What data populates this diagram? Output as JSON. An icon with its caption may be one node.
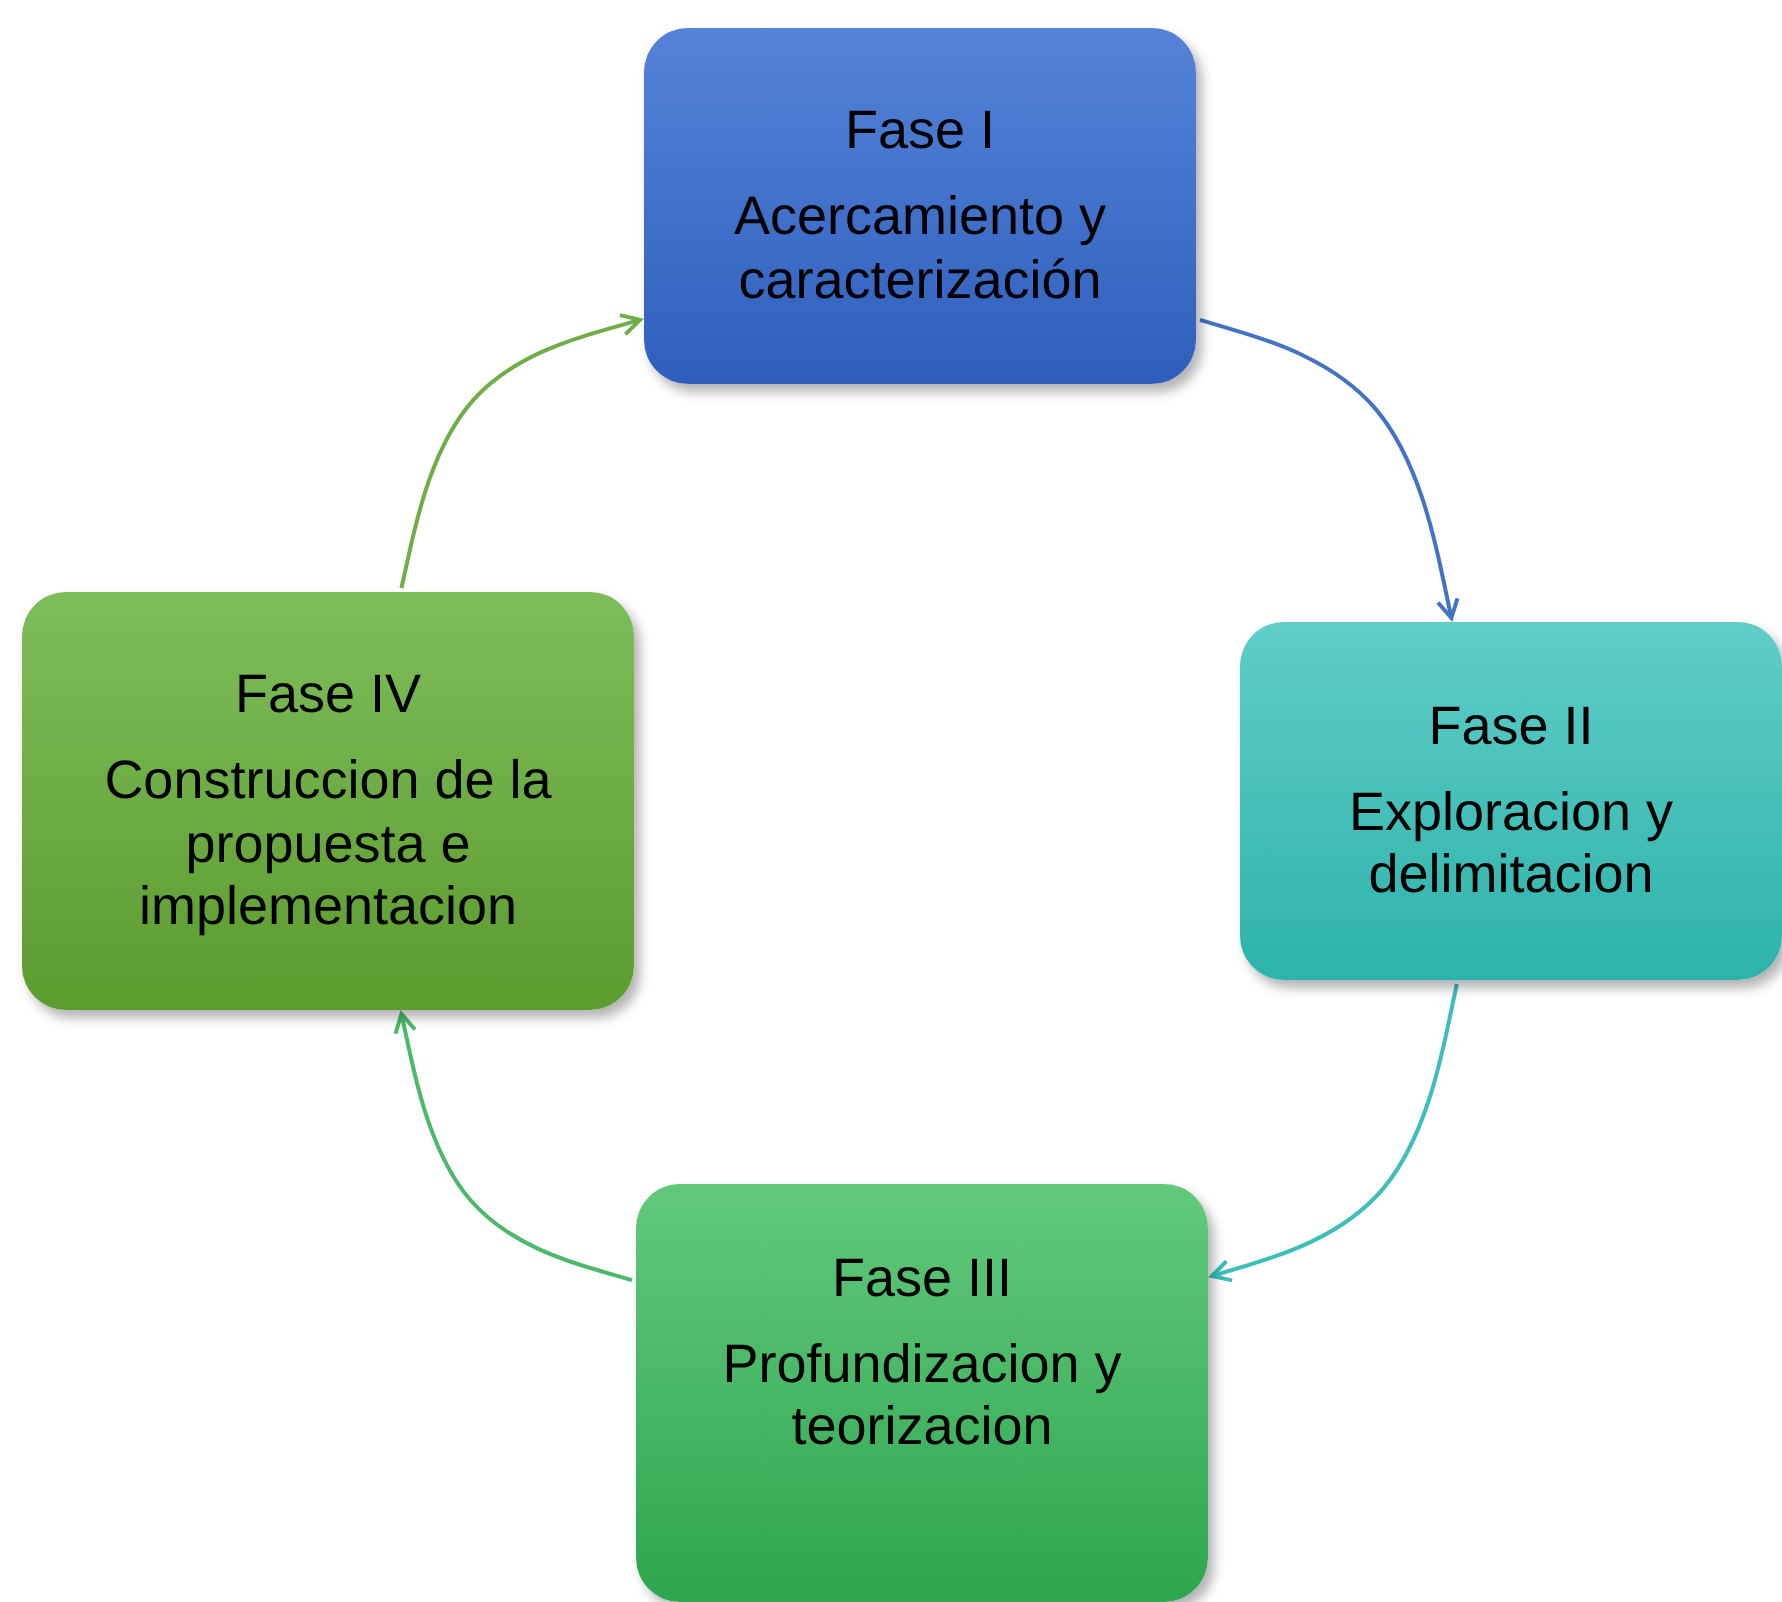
{
  "diagram": {
    "nodes": [
      {
        "text": [
          "Fase I",
          "Acercamiento y caracterización"
        ]
      },
      {
        "text": [
          "Fase II",
          "Exploracion y delimitacion"
        ]
      },
      {
        "text": [
          "Fase III",
          "Profundizacion y teorizacion"
        ]
      },
      {
        "text": [
          "Fase IV",
          "Construccion de la propuesta e implementacion"
        ]
      }
    ],
    "edges": [
      {
        "from": 0,
        "to": 1,
        "arrow": "to",
        "color": "#4472c4"
      },
      {
        "from": 1,
        "to": 2,
        "arrow": "to",
        "color": "#3cbfb8"
      },
      {
        "from": 2,
        "to": 3,
        "arrow": "to",
        "color": "#4cb86a"
      },
      {
        "from": 3,
        "to": 0,
        "arrow": "to",
        "color": "#70ad47"
      }
    ]
  }
}
